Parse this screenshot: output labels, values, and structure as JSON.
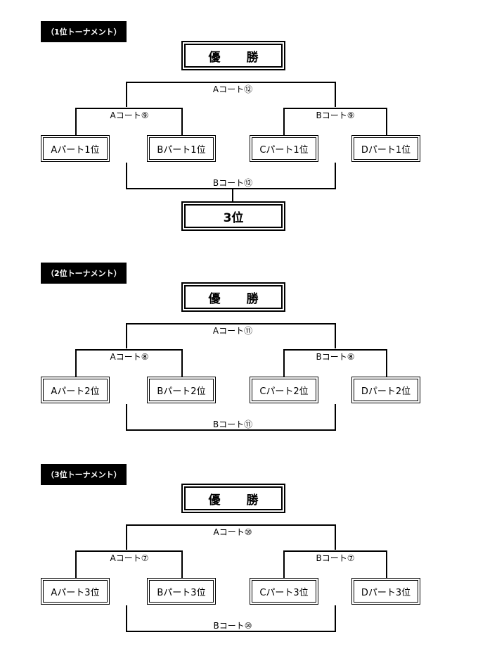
{
  "sections": [
    {
      "label": "（1位トーナメント）",
      "winner": "優　勝",
      "final_court": "Aコート⑫",
      "semi_left_court": "Aコート⑨",
      "semi_right_court": "Bコート⑨",
      "teams": [
        "Aパート1位",
        "Bパート1位",
        "Cパート1位",
        "Dパート1位"
      ],
      "third_court": "Bコート⑫",
      "third_place": "3位"
    },
    {
      "label": "（2位トーナメント）",
      "winner": "優　勝",
      "final_court": "Aコート⑪",
      "semi_left_court": "Aコート⑧",
      "semi_right_court": "Bコート⑧",
      "teams": [
        "Aパート2位",
        "Bパート2位",
        "Cパート2位",
        "Dパート2位"
      ],
      "third_court": "Bコート⑪"
    },
    {
      "label": "（3位トーナメント）",
      "winner": "優　勝",
      "final_court": "Aコート⑩",
      "semi_left_court": "Aコート⑦",
      "semi_right_court": "Bコート⑦",
      "teams": [
        "Aパート3位",
        "Bパート3位",
        "Cパート3位",
        "Dパート3位"
      ],
      "third_court": "Bコート⑩"
    }
  ]
}
